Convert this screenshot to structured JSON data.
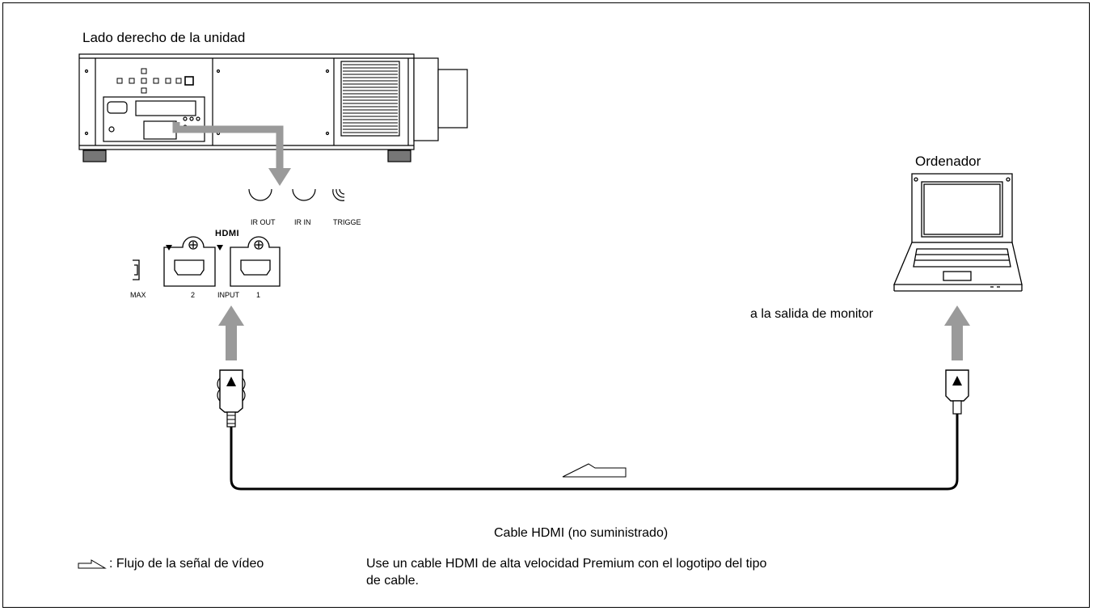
{
  "captions": {
    "projector_side": "Lado derecho de la unidad",
    "computer": "Ordenador",
    "monitor_output": "a la salida de monitor",
    "cable": "Cable HDMI (no suministrado)"
  },
  "panel_labels": {
    "ir_out": "IR OUT",
    "ir_in": "IR IN",
    "trigger": "TRIGGE",
    "hdmi_logo": "HDMI",
    "max": "MAX",
    "input_2": "2",
    "input": "INPUT",
    "input_1": "1"
  },
  "legend": {
    "signal_flow": ": Flujo de la señal de vídeo"
  },
  "note": {
    "line1": "Use un cable HDMI de alta velocidad Premium con el logotipo del tipo",
    "line2": "de cable."
  },
  "colors": {
    "arrow_gray": "#9a9a9a",
    "line_black": "#000000"
  }
}
